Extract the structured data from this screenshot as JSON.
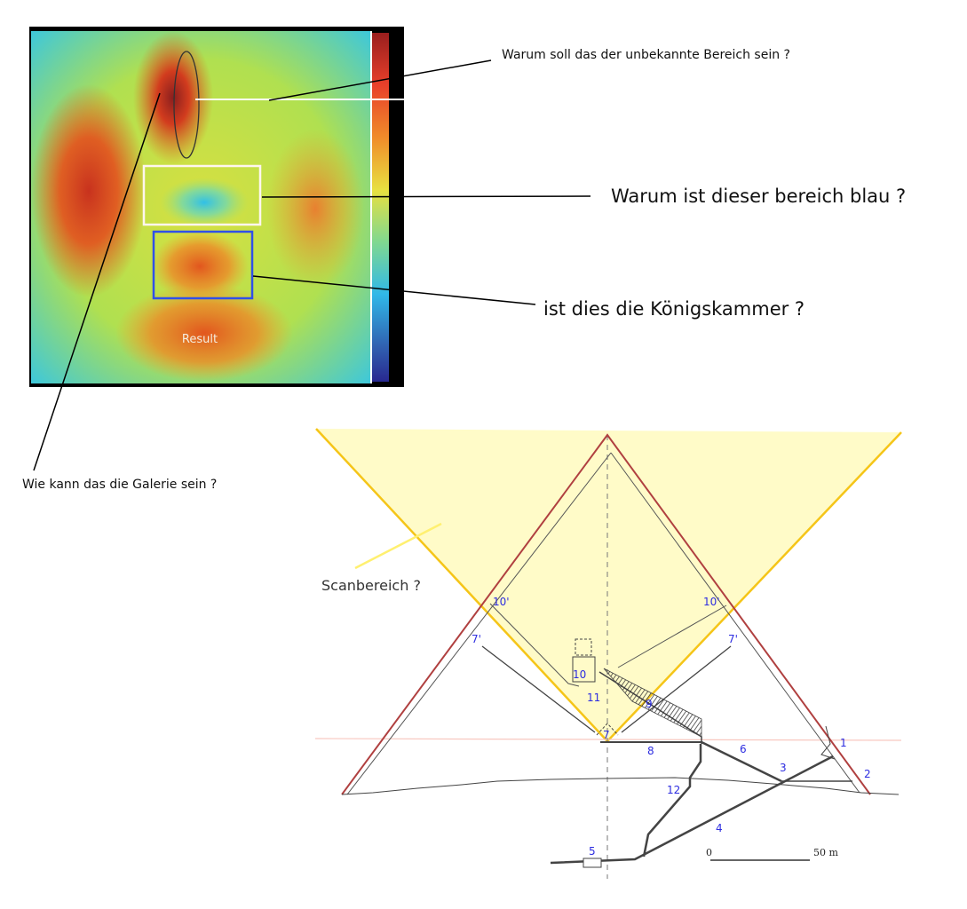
{
  "heatmap": {
    "label": "Result"
  },
  "annotations": {
    "unknown_area": "Warum soll das der unbekannte Bereich sein ?",
    "blue_area": "Warum ist dieser bereich blau ?",
    "kings_chamber": "ist dies die Königskammer ?",
    "gallery": "Wie kann das die Galerie sein ?",
    "scan_area": "Scanbereich ?"
  },
  "pyramid": {
    "labels": {
      "l10p_left": "10'",
      "l10p_right": "10'",
      "l7p_left": "7'",
      "l7p_right": "7'",
      "l10": "10",
      "l11": "11",
      "l9": "9",
      "l7": "7",
      "l8": "8",
      "l6": "6",
      "l3": "3",
      "l1": "1",
      "l2": "2",
      "l12": "12",
      "l4": "4",
      "l5": "5"
    },
    "scale": {
      "zero": "0",
      "fifty": "50 m"
    }
  },
  "colors": {
    "scan": "#fffbc8",
    "scan_edge": "#f5c518",
    "label": "#2c2ce0",
    "pyramid_edge": "#b04040"
  }
}
